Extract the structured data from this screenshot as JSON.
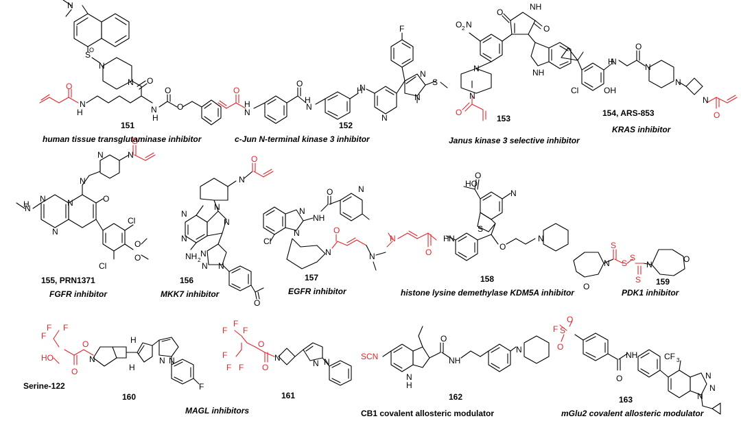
{
  "colors": {
    "bond": "#000000",
    "warhead": "#e8232a",
    "background": "#ffffff"
  },
  "compounds": [
    {
      "number": "151",
      "caption": "human tissue transglutaminase inhibitor"
    },
    {
      "number": "152",
      "caption": "c-Jun N-terminal kinase 3 inhibitor"
    },
    {
      "number": "153",
      "caption": "Janus kinase 3 selective inhibitor"
    },
    {
      "number": "154, ARS-853",
      "caption": "KRAS inhibitor"
    },
    {
      "number": "155, PRN1371",
      "caption": "FGFR inhibitor"
    },
    {
      "number": "156",
      "caption": "MKK7 inhibitor"
    },
    {
      "number": "157",
      "caption": "EGFR inhibitor"
    },
    {
      "number": "158",
      "caption": "histone lysine demethylase KDM5A inhibitor"
    },
    {
      "number": "159",
      "caption": "PDK1 inhibitor"
    },
    {
      "number": "160",
      "caption": ""
    },
    {
      "number": "161",
      "caption": ""
    },
    {
      "number": "162",
      "caption": "CB1 covalent allosteric modulator"
    },
    {
      "number": "163",
      "caption": "mGlu2 covalent allosteric modulator"
    }
  ],
  "group_labels": {
    "serine": "Serine-122",
    "magl": "MAGL inhibitors"
  },
  "atoms": {
    "N": "N",
    "NH": "NH",
    "H": "H",
    "O": "O",
    "OH": "OH",
    "HO": "HO",
    "S": "S",
    "F": "F",
    "Cl": "Cl",
    "NH2": "NH",
    "O2N": "O",
    "SCN": "SCN",
    "CF3": "CF",
    "sub2": "2",
    "sub3": "3"
  }
}
